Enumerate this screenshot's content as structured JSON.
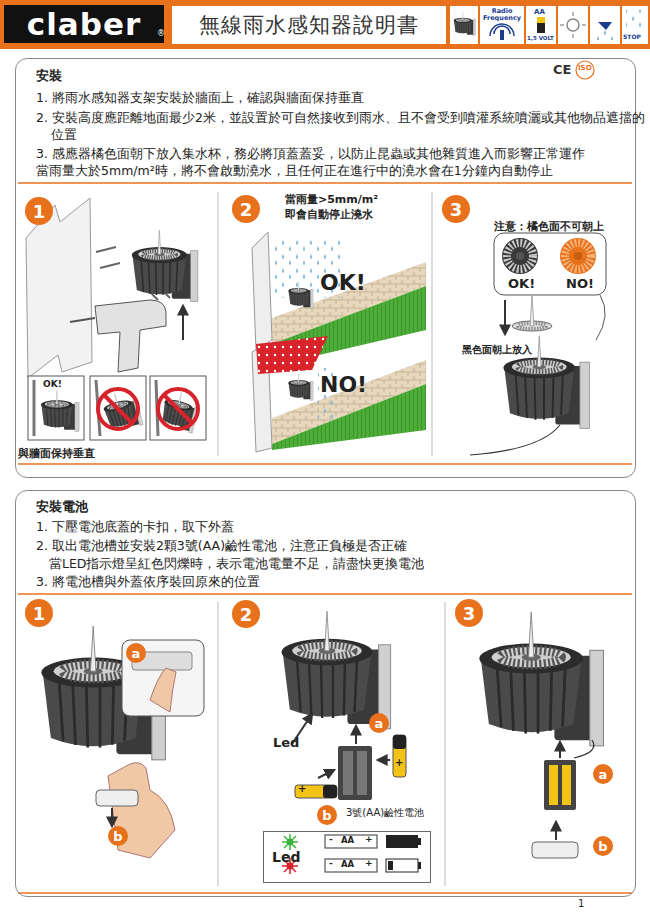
{
  "diagram": {
    "title": "無線雨水感知器說明書",
    "nodes": [
      {
        "text": [
          "claber"
        ]
      },
      {
        "text": [
          "安裝",
          "1. 將雨水感知器支架安裝於牆面上，確認與牆面保持垂直",
          "2. 安裝高度應距離地面最少2米，並設置於可自然接收到雨水、且不會受到噴灌系統噴灑或其他物品遮擋的位置",
          "3. 感應器橘色面朝下放入集水杯，務必將頂蓋蓋妥，以防止昆蟲或其他雜質進入而影響正常運作",
          "當雨量大於5mm/m²時，將不會啟動澆水，且任何正在進行中的澆水會在1分鐘內自動停止"
        ]
      },
      {
        "text": [
          "1"
        ],
        "in": 1
      },
      {
        "text": [
          "2"
        ],
        "in": 1
      },
      {
        "text": [
          "3"
        ],
        "in": 1
      },
      {
        "text": [
          "安裝電池",
          "1. 下壓電池底蓋的卡扣，取下外蓋",
          "2. 取出電池槽並安裝2顆3號(AA)鹼性電池，注意正負極是否正確",
          "當LED指示燈呈紅色閃爍時，表示電池電量不足，請盡快更換電池",
          "3. 將電池槽與外蓋依序裝回原來的位置"
        ]
      },
      {
        "text": [
          "1"
        ],
        "in": 5
      },
      {
        "text": [
          "a"
        ],
        "in": 5
      },
      {
        "text": [
          "b"
        ],
        "in": 5
      },
      {
        "text": [
          "2"
        ],
        "in": 5
      },
      {
        "text": [
          "a"
        ],
        "in": 5
      },
      {
        "text": [
          "b"
        ],
        "in": 5
      },
      {
        "text": [
          "3"
        ],
        "in": 5
      },
      {
        "text": [
          "a"
        ],
        "in": 5
      },
      {
        "text": [
          "b"
        ],
        "in": 5
      },
      {
        "text": [
          "Led"
        ],
        "in": 5
      }
    ],
    "labels": [
      "®",
      "Radio Frequency",
      "AA",
      "1,5 VOLT",
      "STOP",
      "CE",
      "ISO",
      "OK!",
      "與牆面保持垂直",
      "當雨量>5mm/m² 即會自動停止澆水",
      "OK!",
      "NO!",
      "注意：橘色面不可朝上",
      "OK!",
      "NO!",
      "黑色面朝上放入",
      "Led",
      "+",
      "+",
      "3號(AA)鹼性電池",
      "-",
      "AA",
      "+",
      "-",
      "AA",
      "+",
      "1"
    ]
  }
}
